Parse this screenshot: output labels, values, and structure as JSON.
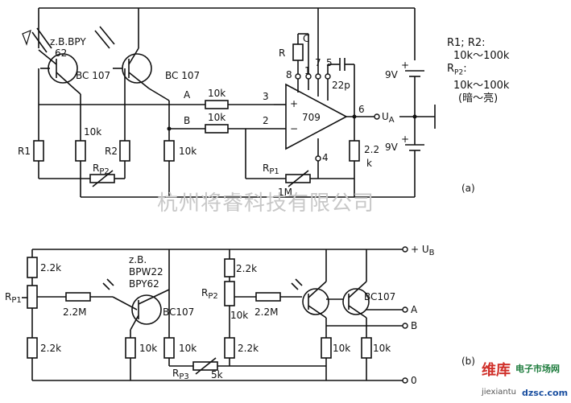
{
  "circuit_a": {
    "transistor1_type": "z.B.BPY",
    "transistor1_num": "62",
    "transistor1_model": "BC 107",
    "transistor2_model": "BC 107",
    "r1": "R1",
    "r2": "R2",
    "r_10k_left": "10k",
    "r_10k_mid": "10k",
    "rp2": "R",
    "rp2_sub": "P2",
    "node_a": "A",
    "node_b": "B",
    "ra_val": "10k",
    "rb_val": "10k",
    "pin3": "3",
    "pin2": "2",
    "pin8": "8",
    "pin1": "1",
    "pin7": "7",
    "pin5": "5",
    "pin6": "6",
    "pin4": "4",
    "opamp": "709",
    "plus": "+",
    "minus": "−",
    "r_top": "R",
    "cap_c": "C",
    "cap_22p": "22p",
    "rp1": "R",
    "rp1_sub": "P1",
    "rp1_val": "1M",
    "r_out_a": "2.2",
    "r_out_b": "k",
    "output": "U",
    "output_sub": "A",
    "bat_top": "9V",
    "bat_bot": "9V",
    "label": "(a)"
  },
  "notes": {
    "line1": "R1; R2:",
    "line2": "10k～100k",
    "line3": "R",
    "line3_sub": "P2",
    "line3_suffix": ":",
    "line4": "10k～100k",
    "line5": "(暗～亮)"
  },
  "circuit_b": {
    "rp1": "R",
    "rp1_sub": "P1",
    "r_22k_1": "2.2k",
    "r_22k_2": "2.2k",
    "r_22m_1": "2.2M",
    "photo_label1": "z.B.",
    "photo_label2": "BPW22",
    "photo_label3": "BPY62",
    "tr_left": "BC107",
    "r_10k_1": "10k",
    "r_10k_2": "10k",
    "rp3": "R",
    "rp3_sub": "P3",
    "rp3_val": "5k",
    "rp2": "R",
    "rp2_sub": "P2",
    "r_22k_3": "2.2k",
    "r_10k_3": "10k",
    "r_22m_2": "2.2M",
    "r_22k_4": "2.2k",
    "tr_right": "BC107",
    "r_10k_4": "10k",
    "r_10k_5": "10k",
    "out_ub": "+ U",
    "out_ub_sub": "B",
    "out_a": "A",
    "out_b": "B",
    "out_0": "0",
    "label": "(b)"
  },
  "watermark": "杭州将睿科技有限公司",
  "logo": {
    "line1": "维库",
    "line2": "电子市场网",
    "url": "jiexiantu",
    "site": "dzsc.com"
  }
}
